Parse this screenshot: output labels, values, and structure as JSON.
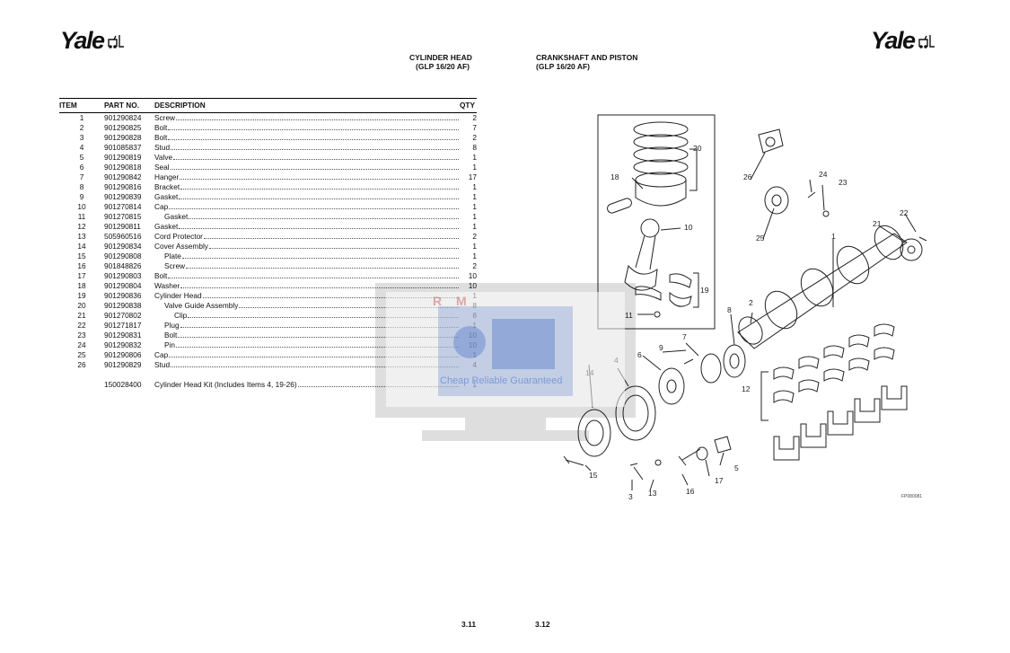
{
  "left_page": {
    "logo": "Yale",
    "section_title": "CYLINDER HEAD",
    "section_subtitle": "(GLP 16/20 AF)",
    "columns": {
      "item": "ITEM",
      "part_no": "PART NO.",
      "description": "DESCRIPTION",
      "qty": "QTY"
    },
    "rows": [
      {
        "item": "1",
        "part_no": "901290824",
        "description": "Screw",
        "qty": "2",
        "indent": 0
      },
      {
        "item": "2",
        "part_no": "901290825",
        "description": "Bolt",
        "qty": "7",
        "indent": 0
      },
      {
        "item": "3",
        "part_no": "901290828",
        "description": "Bolt",
        "qty": "2",
        "indent": 0
      },
      {
        "item": "4",
        "part_no": "901085837",
        "description": "Stud",
        "qty": "8",
        "indent": 0
      },
      {
        "item": "5",
        "part_no": "901290819",
        "description": "Valve",
        "qty": "1",
        "indent": 0
      },
      {
        "item": "6",
        "part_no": "901290818",
        "description": "Seal",
        "qty": "1",
        "indent": 0
      },
      {
        "item": "7",
        "part_no": "901290842",
        "description": "Hanger",
        "qty": "17",
        "indent": 0
      },
      {
        "item": "8",
        "part_no": "901290816",
        "description": "Bracket",
        "qty": "1",
        "indent": 0
      },
      {
        "item": "9",
        "part_no": "901290839",
        "description": "Gasket",
        "qty": "1",
        "indent": 0
      },
      {
        "item": "10",
        "part_no": "901270814",
        "description": "Cap",
        "qty": "1",
        "indent": 0
      },
      {
        "item": "11",
        "part_no": "901270815",
        "description": "Gasket",
        "qty": "1",
        "indent": 1
      },
      {
        "item": "12",
        "part_no": "901290811",
        "description": "Gasket",
        "qty": "1",
        "indent": 0
      },
      {
        "item": "13",
        "part_no": "505960516",
        "description": "Cord Protector",
        "qty": "2",
        "indent": 0
      },
      {
        "item": "14",
        "part_no": "901290834",
        "description": "Cover Assembly",
        "qty": "1",
        "indent": 0
      },
      {
        "item": "15",
        "part_no": "901290808",
        "description": "Plate",
        "qty": "1",
        "indent": 1
      },
      {
        "item": "16",
        "part_no": "901848826",
        "description": "Screw",
        "qty": "2",
        "indent": 1
      },
      {
        "item": "17",
        "part_no": "901290803",
        "description": "Bolt",
        "qty": "10",
        "indent": 0
      },
      {
        "item": "18",
        "part_no": "901290804",
        "description": "Washer",
        "qty": "10",
        "indent": 0
      },
      {
        "item": "19",
        "part_no": "901290836",
        "description": "Cylinder Head",
        "qty": "1",
        "indent": 0
      },
      {
        "item": "20",
        "part_no": "901290838",
        "description": "Valve Guide Assembly",
        "qty": "8",
        "indent": 1
      },
      {
        "item": "21",
        "part_no": "901270802",
        "description": "Clip",
        "qty": "8",
        "indent": 2
      },
      {
        "item": "22",
        "part_no": "901271817",
        "description": "Plug",
        "qty": "1",
        "indent": 1
      },
      {
        "item": "23",
        "part_no": "901290831",
        "description": "Bolt",
        "qty": "10",
        "indent": 1
      },
      {
        "item": "24",
        "part_no": "901290832",
        "description": "Pin",
        "qty": "10",
        "indent": 1
      },
      {
        "item": "25",
        "part_no": "901290806",
        "description": "Cap",
        "qty": "1",
        "indent": 0
      },
      {
        "item": "26",
        "part_no": "901290829",
        "description": "Stud",
        "qty": "4",
        "indent": 0
      }
    ],
    "kit": {
      "item": "",
      "part_no": "150028400",
      "description": "Cylinder Head Kit (Includes Items 4, 19-26)",
      "qty": "1"
    },
    "page_number": "3.11"
  },
  "right_page": {
    "logo": "Yale",
    "section_title": "CRANKSHAFT AND PISTON",
    "section_subtitle": "(GLP 16/20 AF)",
    "callouts": [
      "1",
      "2",
      "3",
      "4",
      "5",
      "6",
      "7",
      "8",
      "9",
      "10",
      "11",
      "12",
      "13",
      "14",
      "15",
      "16",
      "17",
      "18",
      "19",
      "20",
      "21",
      "22",
      "23",
      "24",
      "25",
      "26"
    ],
    "figure_id": "FP080081",
    "page_number": "3.12"
  },
  "watermark": {
    "initials": "R M",
    "tagline": "Cheap Reliable Guaranteed"
  }
}
